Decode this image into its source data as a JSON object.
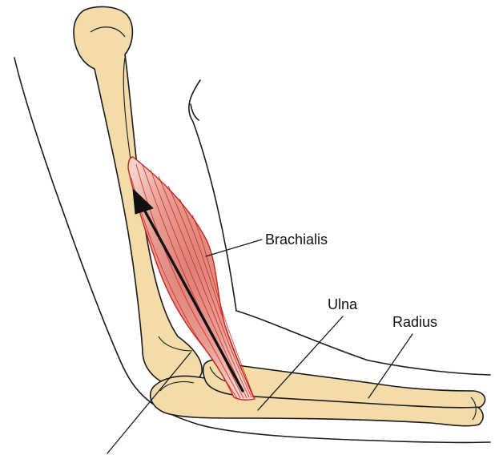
{
  "labels": {
    "brachialis": "Brachialis",
    "ulna": "Ulna",
    "radius": "Radius"
  },
  "colors": {
    "bone_fill": "#f3dbaa",
    "outline": "#1a1a1a",
    "muscle_fill": "#e9a49a",
    "muscle_fiber": "#c8241c",
    "background": "#ffffff"
  },
  "icons": {
    "force_arrow": "arrow-up-icon"
  }
}
